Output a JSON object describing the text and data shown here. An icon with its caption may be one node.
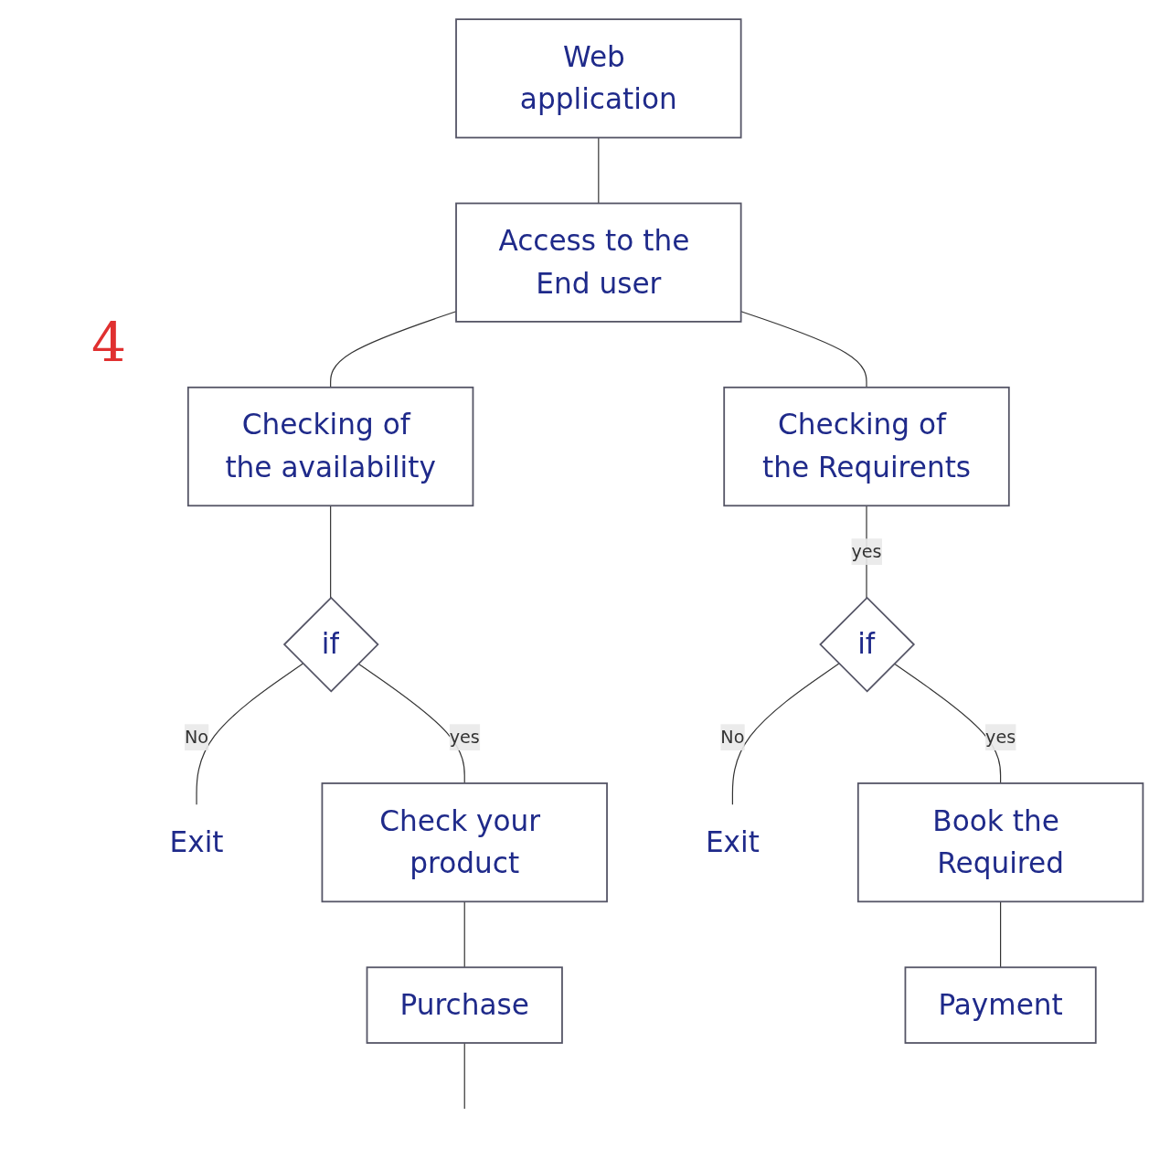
{
  "diagram": {
    "nodes": [
      {
        "text": [
          "Web application"
        ]
      },
      {
        "text": [
          "Access to the End user"
        ]
      },
      {
        "text": [
          "Checking of the availability"
        ]
      },
      {
        "text": [
          "Checking of the Requirents"
        ]
      },
      {
        "text": [
          "if"
        ]
      },
      {
        "text": [
          "Exit"
        ]
      },
      {
        "text": [
          "Check your product"
        ]
      },
      {
        "text": [
          "Purchase"
        ]
      },
      {
        "text": [
          "if"
        ]
      },
      {
        "text": [
          "Exit"
        ]
      },
      {
        "text": [
          "Book the Required"
        ]
      },
      {
        "text": [
          "Payment"
        ]
      }
    ],
    "edges": [
      {
        "from": 0,
        "to": 1,
        "arrow": "none"
      },
      {
        "from": 1,
        "to": 2,
        "arrow": "none"
      },
      {
        "from": 1,
        "to": 3,
        "arrow": "none"
      },
      {
        "from": 2,
        "to": 4,
        "arrow": "none"
      },
      {
        "from": 4,
        "to": 5,
        "label": "No",
        "arrow": "none"
      },
      {
        "from": 4,
        "to": 6,
        "label": "yes",
        "arrow": "none"
      },
      {
        "from": 6,
        "to": 7,
        "arrow": "none"
      },
      {
        "from": 7,
        "to": null,
        "arrow": "none"
      },
      {
        "from": 3,
        "to": 8,
        "label": "yes",
        "arrow": "none"
      },
      {
        "from": 8,
        "to": 9,
        "label": "No",
        "arrow": "none"
      },
      {
        "from": 8,
        "to": 10,
        "label": "yes",
        "arrow": "none"
      },
      {
        "from": 10,
        "to": 11,
        "arrow": "none"
      }
    ],
    "labels": [
      "4"
    ]
  }
}
